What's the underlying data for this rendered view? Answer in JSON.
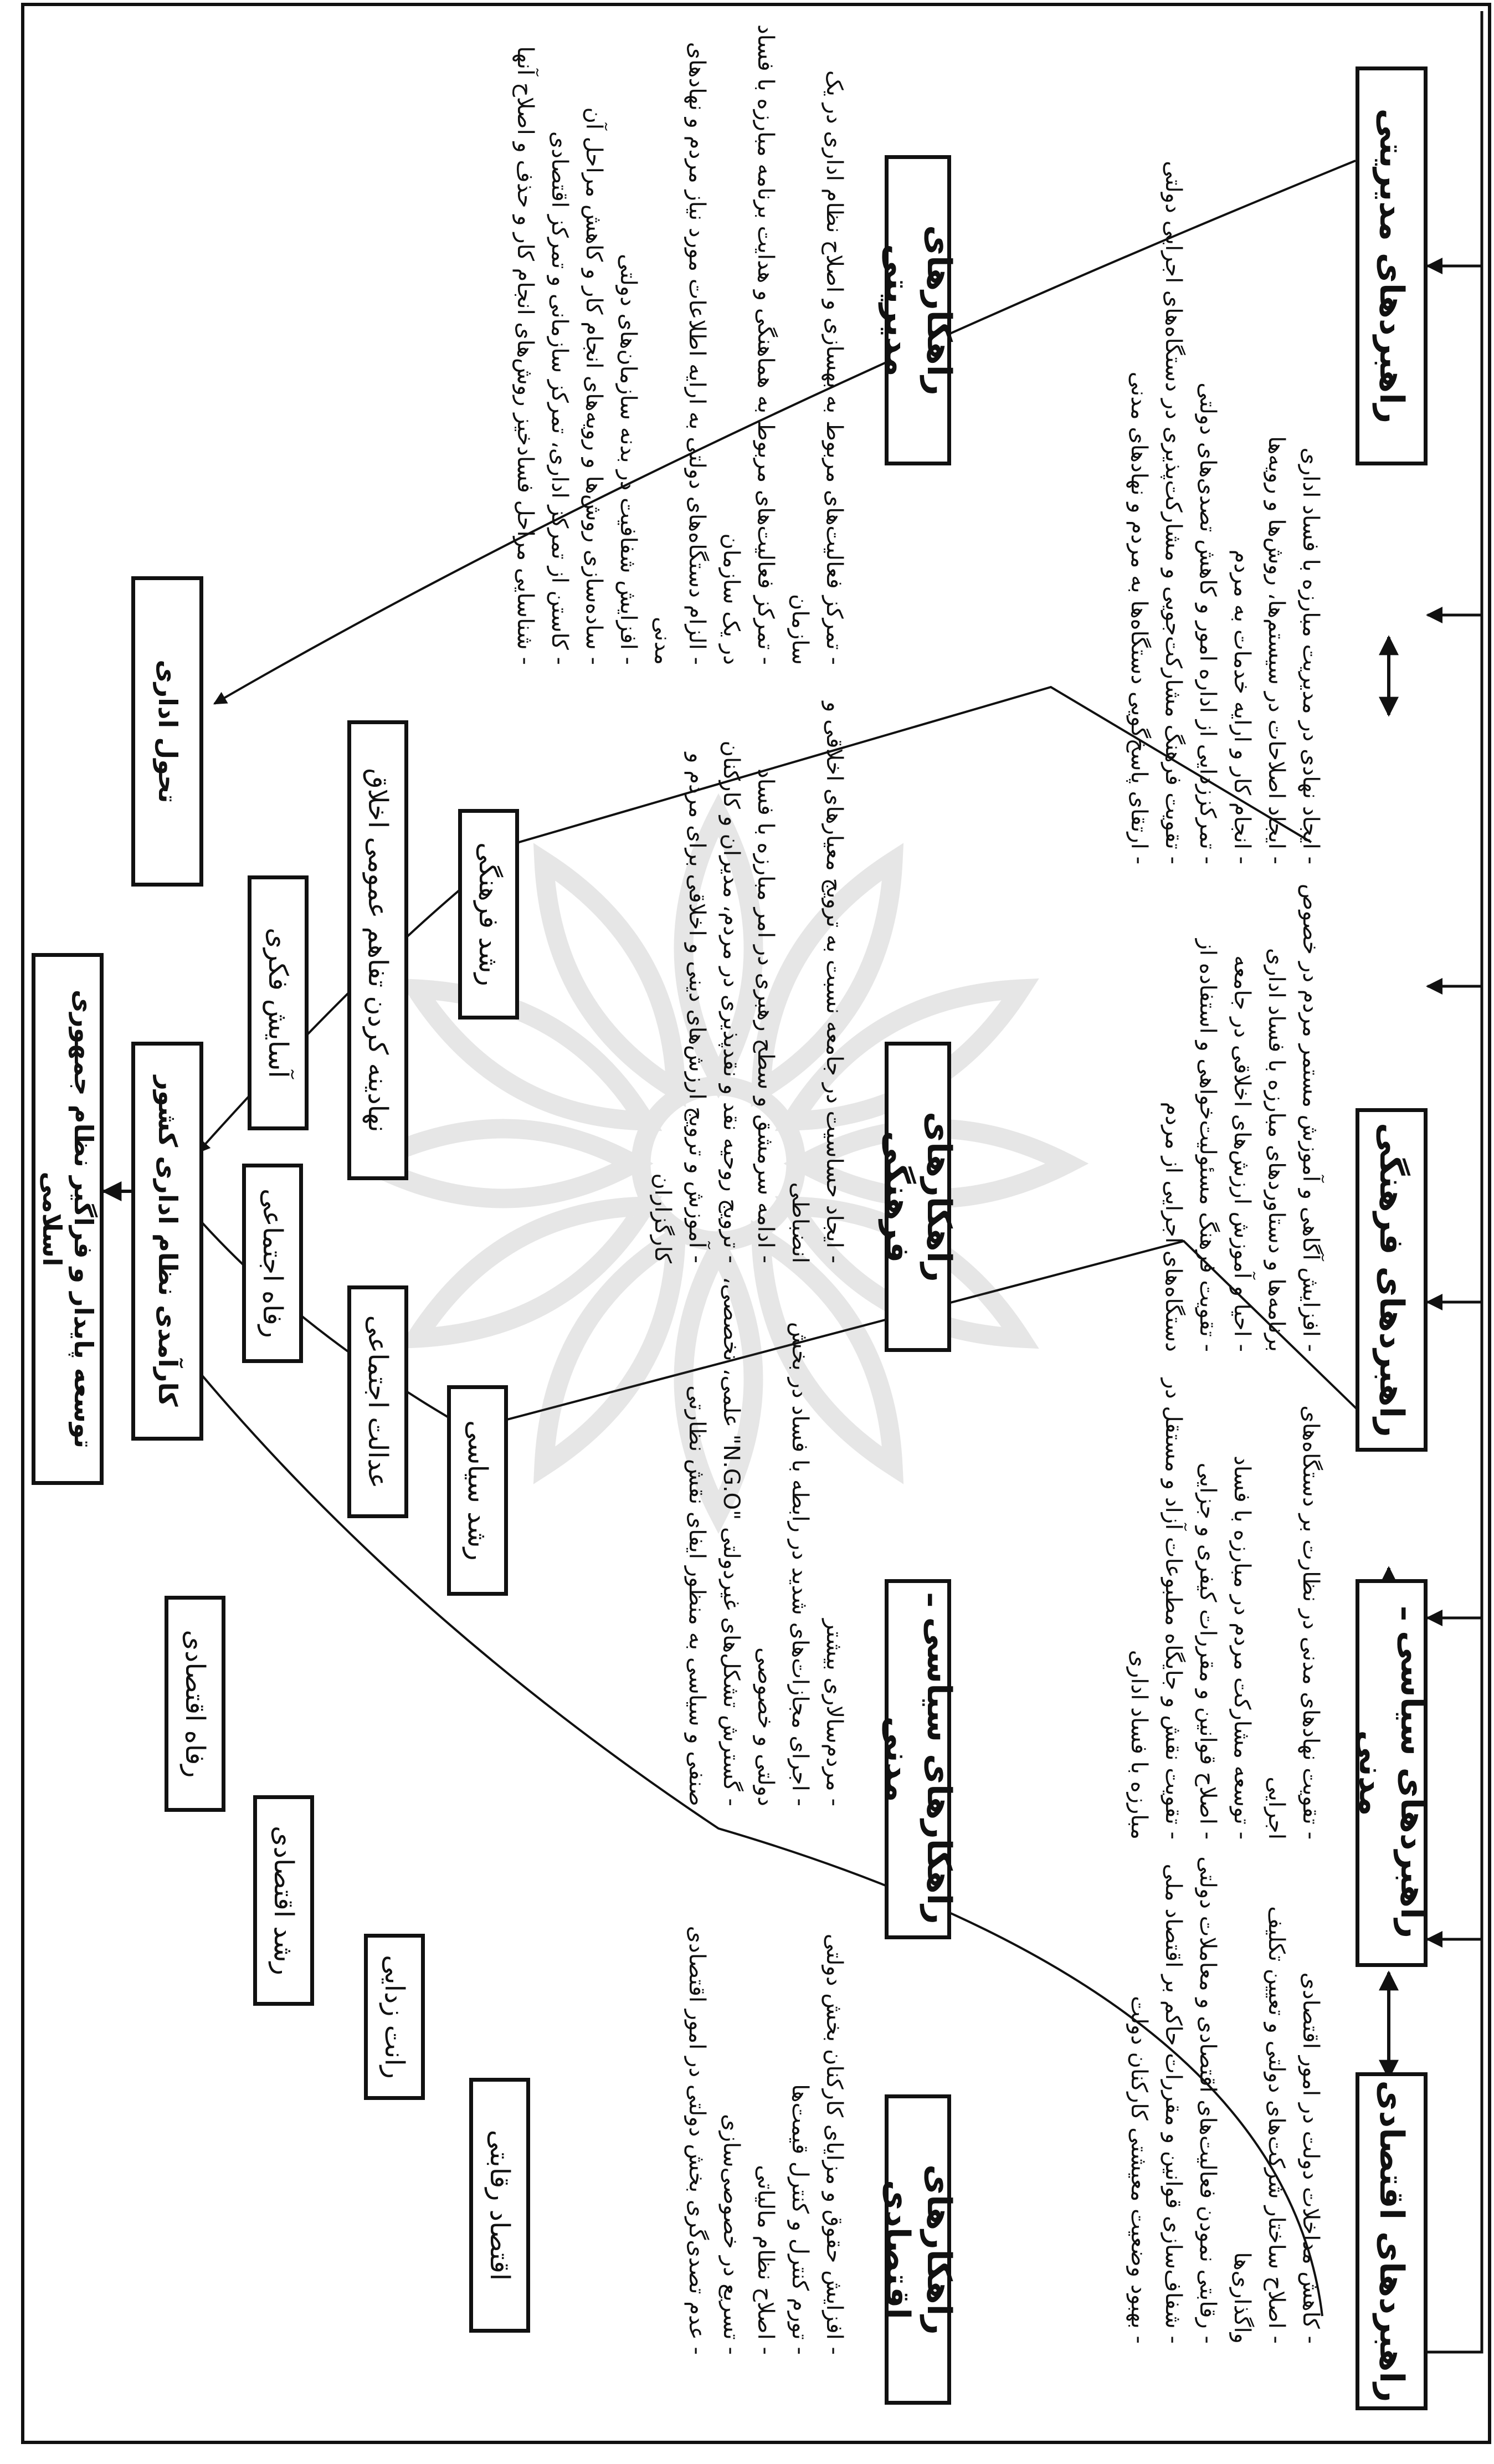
{
  "strategies": {
    "economic": "راهبردهای اقتصادی",
    "political": "راهبردهای سیاسی ـ مدنی",
    "cultural": "راهبردهای فرهنگی",
    "managerial": "راهبردهای مدیریتی"
  },
  "solutions": {
    "economic": "راهکارهای اقتصادی",
    "political": "راهکارهای سیاسی ـ مدنی",
    "cultural": "راهکارهای فرهنگی",
    "managerial": "راهکارهای مدیریتی"
  },
  "strategy_text": {
    "economic": [
      "- کاهش مداخلات دولت در امور اقتصادی",
      "- اصلاح ساختار شرکت‌های دولتی و تعیین تکلیف واگذاری‌ها",
      "- رقابتی نمودن فعالیت‌های اقتصادی و معاملات دولتی",
      "- شفاف‌سازی قوانین و مقررات حاکم بر اقتصاد ملی",
      "- بهبود وضعیت معیشتی کارکنان دولت"
    ],
    "political": [
      "- تقویت نهادهای مدنی در نظارت بر دستگاه‌های اجرایی",
      "- توسعه مشارکت مردم در مبارزه با فساد",
      "- اصلاح قوانین و مقررات کیفری و جزایی",
      "- تقویت نقش و جایگاه مطبوعات آزاد و مستقل در مبارزه با فساد اداری"
    ],
    "cultural": [
      "- افزایش آگاهی و آموزش مستمر مردم در خصوص برنامه‌ها و دستاوردهای مبارزه با فساد اداری",
      "- احیا و آموزش ارزش‌های اخلاقی در جامعه",
      "- تقویت فرهنگ مسئولیت‌خواهی و استفاده از دستگاه‌های اجرایی از مردم"
    ],
    "managerial": [
      "- ایجاد نهادی در مدیریت مبارزه با فساد اداری",
      "- ایجاد اصلاحات در سیستم‌ها، روش‌ها و رویه‌ها",
      "- انجام کار و ارایه خدمات به مردم",
      "- تمرکززدایی از اداره امور و کاهش تصدی‌های دولتی",
      "- تقویت فرهنگ مشارکت‌جویی و مشارکت‌پذیری در دستگاه‌های اجرایی دولتی",
      "- ارتقای پاسخ‌گویی دستگاه‌ها به مردم و نهادهای مدنی"
    ]
  },
  "solution_text": {
    "economic": [
      "- افزایش حقوق و مزایای کارکنان بخش دولتی",
      "- تورم کنترل و کنترل قیمت‌ها",
      "- اصلاح نظام مالیاتی",
      "- تسریع در خصوصی‌سازی",
      "- عدم تصدی‌گری بخش دولتی در امور اقتصادی"
    ],
    "political": [
      "- مردم‌سالاری بیشتر",
      "- اجرای مجازات‌های شدید در رابطه با فساد در بخش دولتی و خصوصی",
      "- گسترش تشکل‌های غیردولتی \"N.G.O\" علمی، تخصصی، صنفی و سیاسی به منظور ایفای نقش نظارتی"
    ],
    "cultural": [
      "- ایجاد حساسیت در جامعه نسبت به ترویج معیارهای اخلاقی و انضباطی",
      "- ادامه سرمشق و سطح رهبری در امر مبارزه با فساد",
      "- ترویج روحیه نقد و نقدپذیری در مردم، مدیران و کارکنان",
      "- آموزش و ترویج ارزش‌های دینی و اخلاقی برای مردم و کارگزاران"
    ],
    "managerial": [
      "- تمرکز فعالیت‌های مربوط به بهسازی و اصلاح نظام اداری در یک سازمان",
      "- تمرکز فعالیت‌های مربوط به هماهنگی و هدایت برنامه مبارزه با فساد در یک سازمان",
      "- الزام دستگاه‌های دولتی به ارایه اطلاعات مورد نیاز مردم و نهادهای مدنی",
      "- افزایش شفافیت در بدنه سازمان‌های دولتی",
      "- ساده‌سازی روش‌ها و رویه‌های انجام کار و کاهش مراحل آن",
      "- کاستن از تمرکز اداری، تمرکز سازمانی و تمرکز اقتصادی",
      "- شناسایی مراحل فسادخیز روش‌های انجام کار و حذف و اصلاح آنها"
    ]
  },
  "outcomes": {
    "competitive_economy": "اقتصاد رقابتی",
    "rent_removal": "رانت زدایی",
    "economic_growth": "رشد اقتصادی",
    "economic_welfare": "رفاه اقتصادی",
    "political_growth": "رشد سیاسی",
    "social_justice": "عدالت اجتماعی",
    "social_welfare": "رفاه اجتماعی",
    "cultural_growth": "رشد فرهنگی",
    "institutionalizing_ethics": "نهادینه کردن تفاهم عمومی اخلاق",
    "mental_comfort": "آسایش فکری",
    "administrative_transformation": "تحول اداری",
    "administrative_efficiency": "کارآمدی نظام اداری کشور",
    "sustainable_development": "توسعه پایدار و فراگیر نظام جمهوری اسلامی"
  }
}
